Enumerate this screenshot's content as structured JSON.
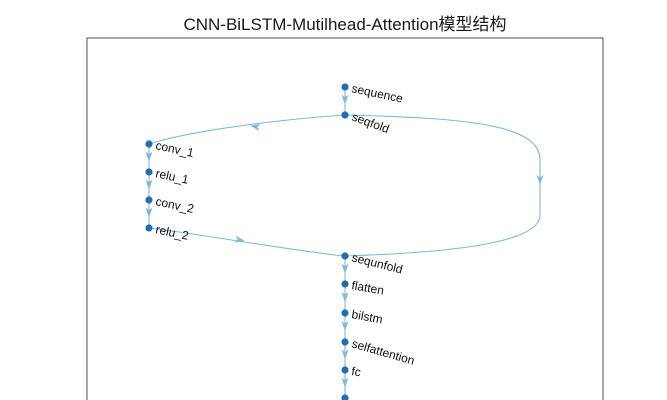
{
  "figure": {
    "title": "CNN-BiLSTM-Mutilhead-Attention模型结构"
  },
  "graph": {
    "nodes": [
      {
        "id": "sequence",
        "label": "sequence"
      },
      {
        "id": "seqfold",
        "label": "seqfold"
      },
      {
        "id": "conv_1",
        "label": "conv_1"
      },
      {
        "id": "relu_1",
        "label": "relu_1"
      },
      {
        "id": "conv_2",
        "label": "conv_2"
      },
      {
        "id": "relu_2",
        "label": "relu_2"
      },
      {
        "id": "sequnfold",
        "label": "sequnfold"
      },
      {
        "id": "flatten",
        "label": "flatten"
      },
      {
        "id": "bilstm",
        "label": "bilstm"
      },
      {
        "id": "selfattention",
        "label": "selfattention"
      },
      {
        "id": "fc",
        "label": "fc"
      },
      {
        "id": "regression",
        "label": ""
      }
    ],
    "edges": [
      [
        "sequence",
        "seqfold"
      ],
      [
        "seqfold",
        "conv_1"
      ],
      [
        "seqfold",
        "sequnfold"
      ],
      [
        "conv_1",
        "relu_1"
      ],
      [
        "relu_1",
        "conv_2"
      ],
      [
        "conv_2",
        "relu_2"
      ],
      [
        "relu_2",
        "sequnfold"
      ],
      [
        "sequnfold",
        "flatten"
      ],
      [
        "flatten",
        "bilstm"
      ],
      [
        "bilstm",
        "selfattention"
      ],
      [
        "selfattention",
        "fc"
      ],
      [
        "fc",
        "regression"
      ]
    ],
    "edge_color": "#7fb8de",
    "node_color": "#1f6fb0"
  }
}
